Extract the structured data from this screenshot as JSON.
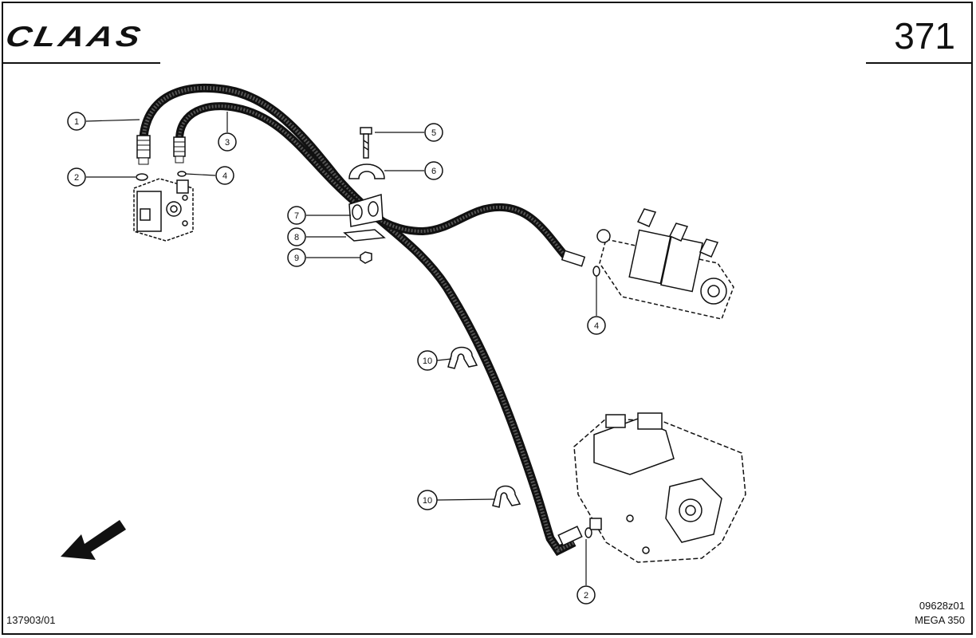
{
  "header": {
    "logo_text": "CLAAS",
    "page_number": "371"
  },
  "footer": {
    "drawing_code": "137903/01",
    "figure_code": "09628z01",
    "model": "MEGA 350"
  },
  "callouts": {
    "c1": "1",
    "c2a": "2",
    "c2b": "2",
    "c3": "3",
    "c4a": "4",
    "c4b": "4",
    "c5": "5",
    "c6": "6",
    "c7": "7",
    "c8": "8",
    "c9": "9",
    "c10a": "10",
    "c10b": "10"
  },
  "colors": {
    "ink": "#111111",
    "paper": "#ffffff"
  }
}
